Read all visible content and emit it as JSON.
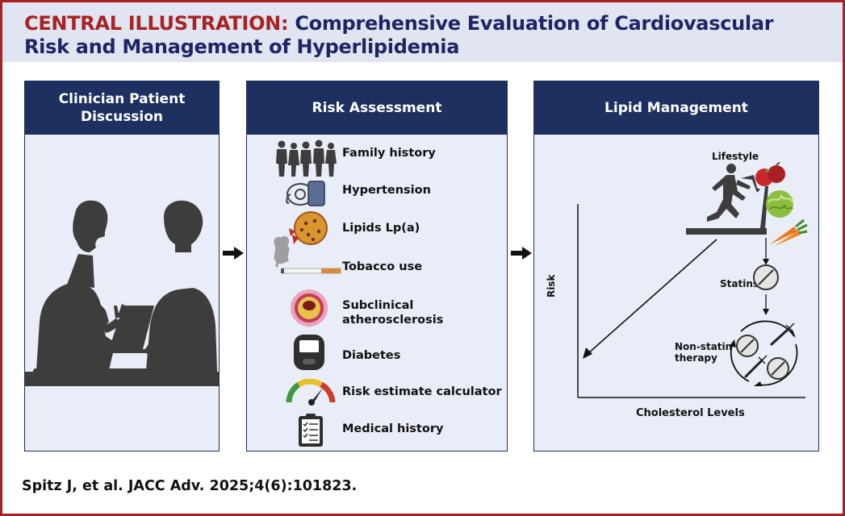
{
  "title": {
    "lead": "CENTRAL ILLUSTRATION:",
    "rest": "Comprehensive Evaluation of Cardiovascular Risk and Management of Hyperlipidemia"
  },
  "panels": {
    "discussion": {
      "heading_line1": "Clinician Patient",
      "heading_line2": "Discussion"
    },
    "risk": {
      "heading": "Risk Assessment",
      "items": [
        {
          "label": "Family history",
          "icon": "family-silhouettes-icon"
        },
        {
          "label": "Hypertension",
          "icon": "blood-pressure-cuff-icon"
        },
        {
          "label": "Lipids Lp(a)",
          "icon": "lipid-particle-icon"
        },
        {
          "label": "Tobacco use",
          "icon": "cigarette-icon"
        },
        {
          "label": "Subclinical atherosclerosis",
          "line1": "Subclinical",
          "line2": "atherosclerosis",
          "icon": "artery-cross-section-icon"
        },
        {
          "label": "Diabetes",
          "icon": "glucose-meter-icon"
        },
        {
          "label": "Risk estimate calculator",
          "icon": "gauge-icon"
        },
        {
          "label": "Medical history",
          "icon": "clipboard-checklist-icon"
        }
      ]
    },
    "lipid": {
      "heading": "Lipid Management",
      "lifestyle_label": "Lifestyle",
      "statins_label": "Statins",
      "nonstatin_line1": "Non-statin",
      "nonstatin_line2": "therapy",
      "y_axis_label": "Risk",
      "x_axis_label": "Cholesterol Levels"
    }
  },
  "colors": {
    "brand_red": "#a82224",
    "navy": "#1e3060",
    "title_blue": "#1f2466",
    "panel_bg": "#e9edf7",
    "title_bg": "#e1e5f1",
    "silhouette": "#3d3d3d"
  },
  "citation": "Spitz J, et al. JACC Adv. 2025;4(6):101823."
}
